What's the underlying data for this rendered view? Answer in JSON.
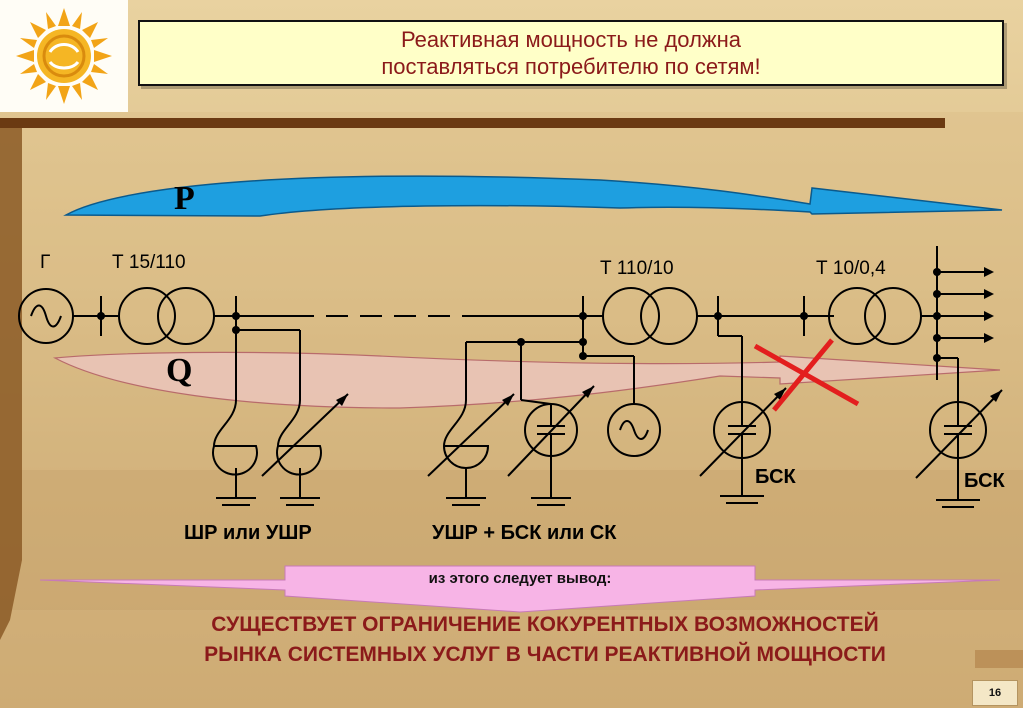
{
  "slide": {
    "title_line1": "Реактивная  мощность не должна",
    "title_line2": "поставляться потребителю по сетям!",
    "page_number": "16"
  },
  "diagram": {
    "p_label": "P",
    "q_label": "Q",
    "generator_label": "Г",
    "transformer_1": "Т 15/110",
    "transformer_2": "Т 110/10",
    "transformer_3": "Т 10/0,4",
    "bsk_label_1": "БСК",
    "bsk_label_2": "БСК",
    "group_label_left": "ШР или УШР",
    "group_label_middle": "УШР + БСК или СК"
  },
  "conclusion": {
    "banner": "из этого следует вывод:",
    "line1": "СУЩЕСТВУЕТ ОГРАНИЧЕНИЕ КОКУРЕНТНЫХ ВОЗМОЖНОСТЕЙ",
    "line2": "РЫНКА СИСТЕМНЫХ УСЛУГ В ЧАСТИ РЕАКТИВНОЙ МОЩНОСТИ"
  },
  "colors": {
    "title_text": "#8b1a1a",
    "title_bg": "#ffffc8",
    "p_arrow": "#1e9fe0",
    "q_arrow": "#f0c8c8",
    "banner": "#f7b4e6",
    "cross": "#e31e1e",
    "brown_bar": "#6b3a12"
  }
}
